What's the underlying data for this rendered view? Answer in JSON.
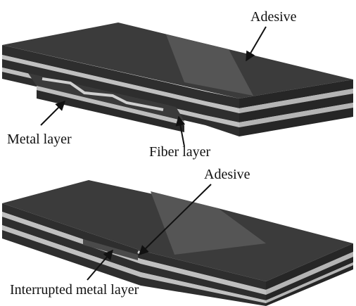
{
  "top_panel": {
    "labels": {
      "adhesive": "Adesive",
      "metal": "Metal layer",
      "fiber": "Fiber layer"
    }
  },
  "bottom_panel": {
    "labels": {
      "adhesive": "Adesive",
      "interrupted_metal": "Interrupted metal layer"
    }
  },
  "colors": {
    "dark_layer": "#2f2f2f",
    "top_face": "#3a3a3a",
    "light_layer": "#bdbdbd",
    "adhesive_band": "#505050",
    "label_text": "#111111"
  }
}
